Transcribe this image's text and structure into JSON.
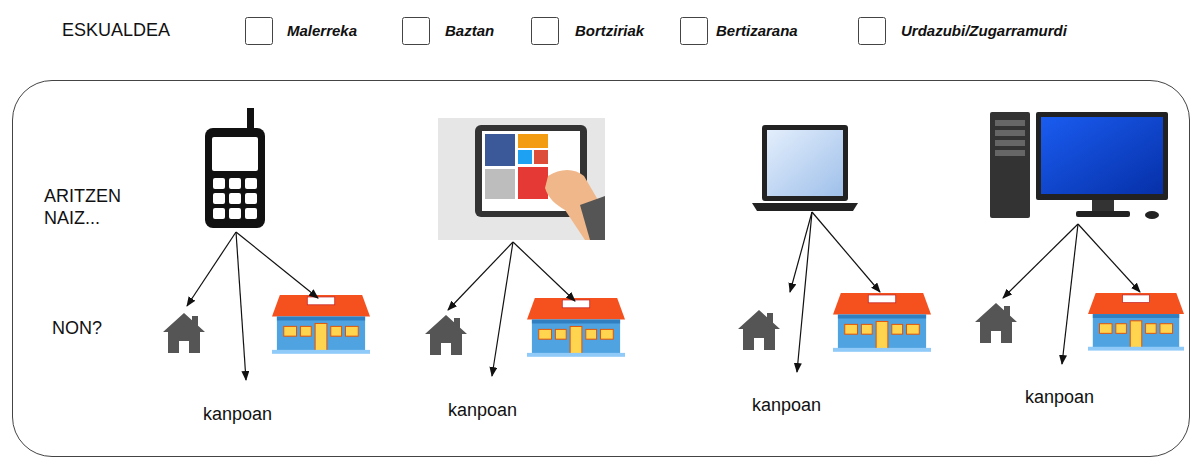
{
  "diagram": {
    "nodes": [
      {
        "text": [
          "ARITZEN NAIZ...",
          "NON?"
        ]
      }
    ],
    "labels": [
      "ESKUALDEA",
      "Malerreka",
      "Baztan",
      "Bortziriak",
      "Bertizarana",
      "Urdazubi/Zugarramurdi",
      "kanpoan",
      "kanpoan",
      "kanpoan",
      "kanpoan"
    ]
  }
}
